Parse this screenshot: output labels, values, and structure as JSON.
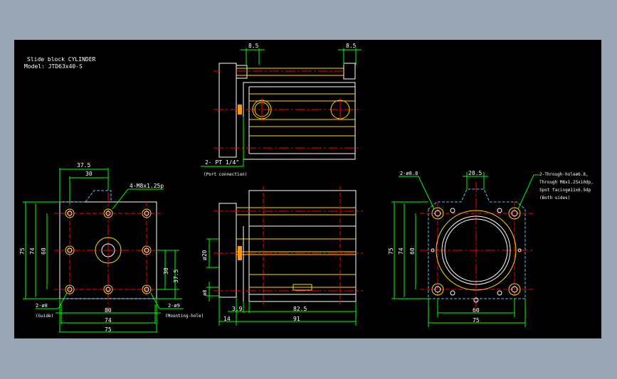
{
  "title_block": {
    "line1": "Slide block CYLINDER",
    "line2": "Model:  JTD63x40-S"
  },
  "top_view": {
    "dim_left": "8.5",
    "dim_right": "8.5",
    "port_label": "2-  PT 1/4\"",
    "port_note": "(Port connection)"
  },
  "front_view": {
    "dim_37_5": "37.5",
    "dim_30": "30",
    "tap_label": "4-M8x1.25p",
    "dim_75": "75",
    "dim_74": "74",
    "dim_60": "60",
    "dim_30_v": "30",
    "dim_37_5_v": "37.5",
    "guide_label": "2-ø8",
    "guide_note": "(Guide)",
    "mount_label": "2-ø9",
    "mount_note": "(Mounting-hole)",
    "dim_80": "80",
    "dim_74_h": "74",
    "dim_75_h": "75"
  },
  "side_view": {
    "dim_d20": "ø20",
    "dim_d8": "ø8",
    "dim_3_9": "3.9",
    "dim_82_5": "82.5",
    "dim_14": "14",
    "dim_91": "91"
  },
  "rear_view": {
    "hole_label": "2-ø8.8",
    "dim_20_5": "20.5",
    "note1": "2-Through-holeø6.8,",
    "note2": "Through M8x1.25x10dp,",
    "note3": "Spot facingø11x6.5dp",
    "note4": "(Both sides)",
    "dim_75": "75",
    "dim_74": "74",
    "dim_60": "60",
    "dim_60_h": "60",
    "dim_75_h": "75"
  },
  "colors": {
    "background": "#000000",
    "outline": "#ffffff",
    "body": "#ffd700",
    "dimension": "#00ff00",
    "centerline": "#ff0000",
    "hidden": "#4fc3f7",
    "port": "#ff9800"
  }
}
